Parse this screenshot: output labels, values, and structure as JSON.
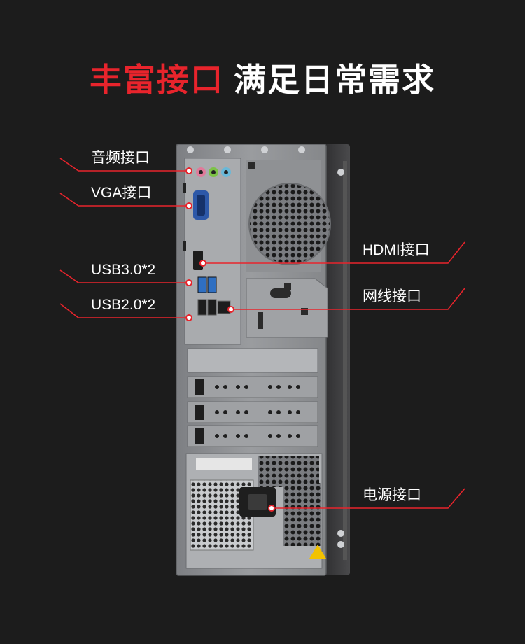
{
  "headline": {
    "highlight": "丰富接口",
    "rest": "满足日常需求"
  },
  "callouts": {
    "audio": "音频接口",
    "vga": "VGA接口",
    "usb3": "USB3.0*2",
    "usb2": "USB2.0*2",
    "hdmi": "HDMI接口",
    "ethernet": "网线接口",
    "power": "电源接口"
  },
  "colors": {
    "accent": "#e8242c",
    "background": "#1c1c1c",
    "chassis": "#8b8d90",
    "usb3_port": "#2f6fc2",
    "vga_port": "#2d58a8",
    "audio_pink": "#e07a9a",
    "audio_green": "#7cc247",
    "audio_blue": "#6ab8d8"
  }
}
